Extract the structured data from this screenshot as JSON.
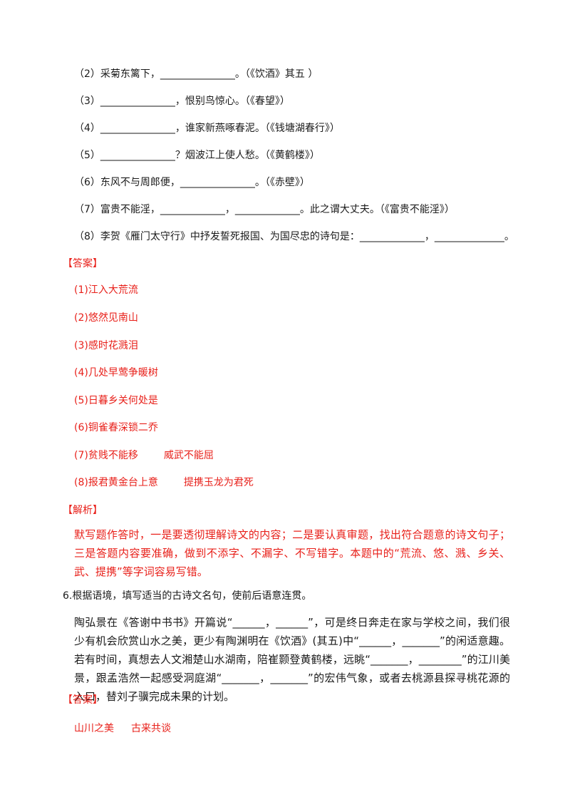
{
  "questions": [
    "（2）采菊东篱下，_______________。（《饮酒》其五 ）",
    "（3）_______________，恨别鸟惊心。（《春望》）",
    "（4）_______________，谁家新燕啄春泥。（《钱塘湖春行》）",
    "（5）_______________？烟波江上使人愁。（《黄鹤楼》）",
    "（6）东风不与周郎便，_______________。（《赤壁》）",
    "（7）富贵不能淫，_____________，_____________。此之谓大丈夫。（《富贵不能淫》）",
    "（8）李贺《雁门太守行》中抒发誓死报国、为国尽忠的诗句是：_____________，______________。"
  ],
  "answer_label": "【答案】",
  "answers": [
    "(1)江入大荒流",
    "(2)悠然见南山",
    "(3)感时花溅泪",
    "(4)几处早莺争暖树",
    "(5)日暮乡关何处是",
    "(6)铜雀春深锁二乔"
  ],
  "answer7": {
    "a": "(7)贫贱不能移",
    "b": "威武不能屈"
  },
  "answer8": {
    "a": "(8)报君黄金台上意",
    "b": "提携玉龙为君死"
  },
  "analysis_label": "【解析】",
  "analysis_text": "默写题作答时，一是要透彻理解诗文的内容；二是要认真审题，找出符合题意的诗文句子；三是答题内容要准确，做到不添字、不漏字、不写错字。本题中的“荒流、悠、溅、乡关、武、提携”等字词容易写错。",
  "q6_title": "6.根据语境，填写适当的古诗文名句，使前后语意连贯。",
  "q6_text": "陶弘景在《答谢中书书》开篇说“______，______”，可是终日奔走在家与学校之间，我们很少有机会欣赏山水之美，更少有陶渊明在《饮酒》(其五)中“______，_______”的闲适意趣。若有时间，真想去人文湘楚山水湖南，陪崔颢登黄鹤楼，远眺“_______，________”的江川美景，跟孟浩然一起感受洞庭湖“_______，_______”的宏伟气象，或者去桃源县探寻桃花源的入口，替刘子骥完成未果的计划。",
  "answer2_label": "【答案】",
  "answer2": {
    "a": "山川之美",
    "b": "古来共谈"
  }
}
